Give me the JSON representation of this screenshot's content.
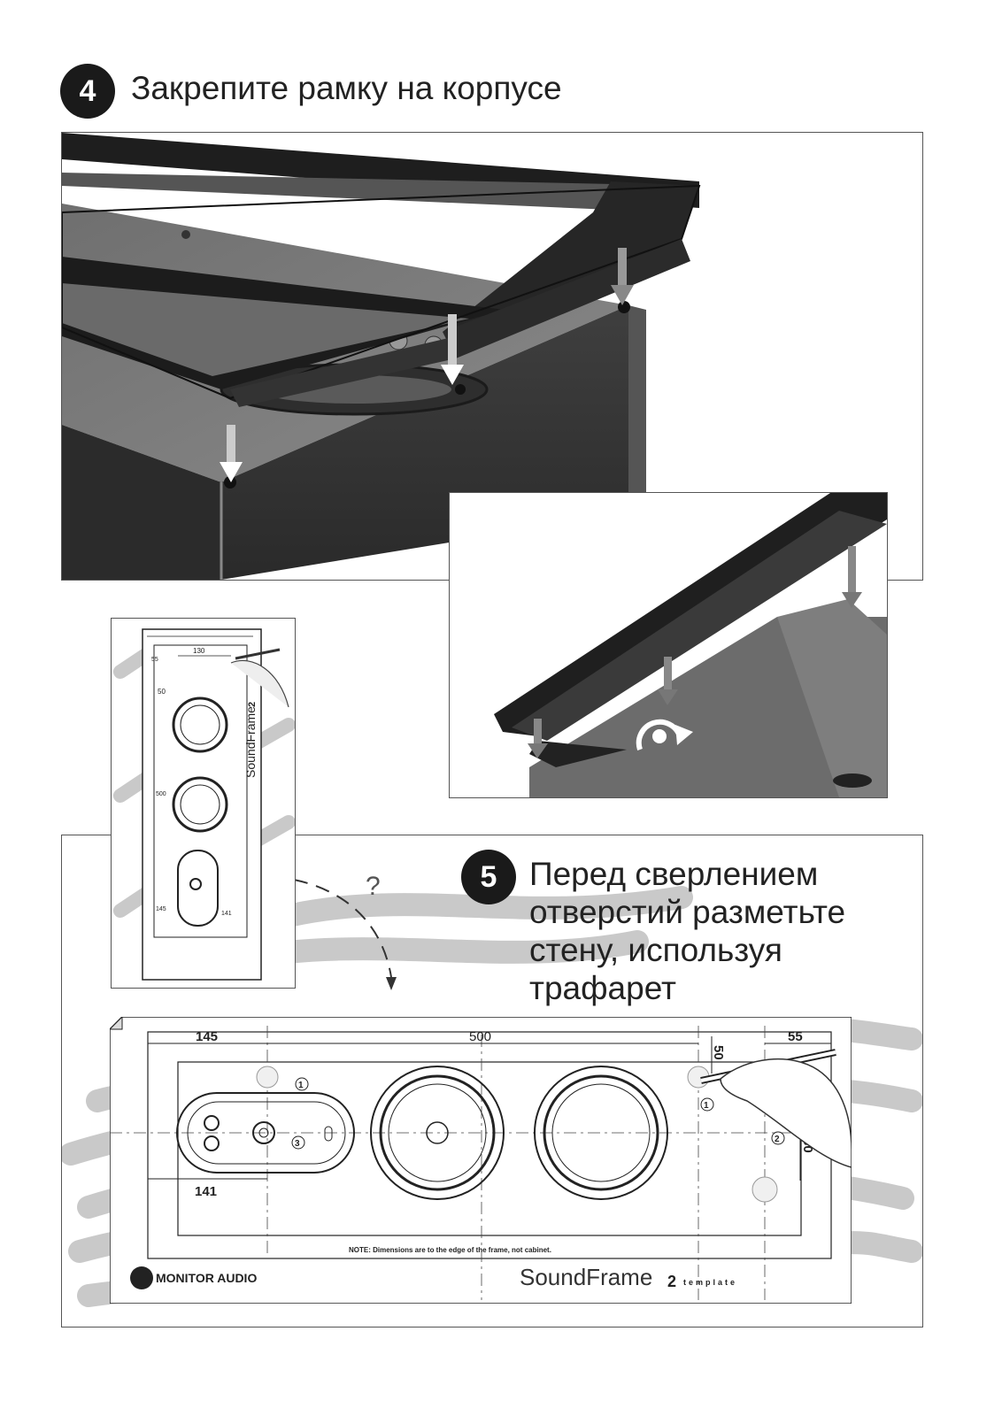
{
  "step4": {
    "number": "4",
    "title": "Закрепите рамку на корпусе"
  },
  "step5": {
    "number": "5",
    "title_lines": [
      "Перед сверлением",
      "отверстий разметьте",
      "стену, используя",
      "трафарет"
    ]
  },
  "small_template": {
    "dim_top": "130",
    "dim_55": "55",
    "dim_50": "50",
    "dim_500": "500",
    "dim_145": "145",
    "dim_141": "141",
    "brand": "SoundFrame",
    "brand_num": "2"
  },
  "question_mark": "?",
  "template": {
    "dim_145": "145",
    "dim_500": "500",
    "dim_55": "55",
    "dim_50": "50",
    "dim_30": "30",
    "dim_141": "141",
    "marker_1": "1",
    "marker_2": "2",
    "marker_3": "3",
    "brand": "SoundFrame",
    "brand_num": "2",
    "brand_suffix": "template",
    "logo_text": "MONITOR AUDIO",
    "note": "NOTE: Dimensions are to the edge of the frame, not cabinet."
  }
}
